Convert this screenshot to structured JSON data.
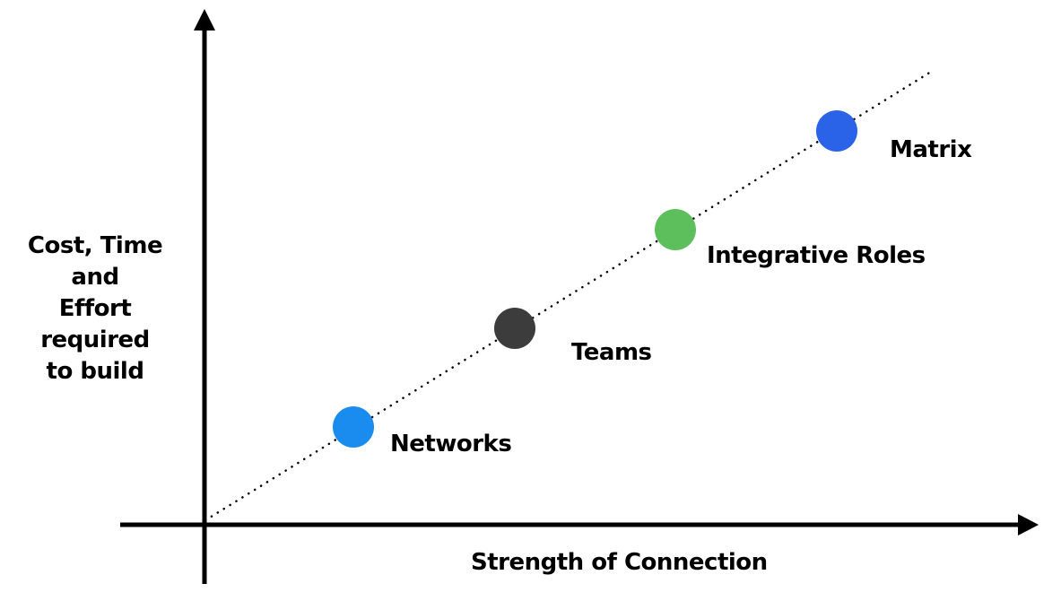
{
  "chart_data": {
    "type": "scatter",
    "title": "",
    "xlabel": "Strength of Connection",
    "ylabel": "Cost, Time and Effort required to build",
    "trend_line": "dotted linear from origin",
    "points": [
      {
        "label": "Networks",
        "x": 1,
        "y": 1,
        "color": "#1a8cf0"
      },
      {
        "label": "Teams",
        "x": 2,
        "y": 2,
        "color": "#3c3c3c"
      },
      {
        "label": "Integrative Roles",
        "x": 3,
        "y": 3,
        "color": "#5cbf5c"
      },
      {
        "label": "Matrix",
        "x": 4,
        "y": 4,
        "color": "#2a62e8"
      }
    ]
  },
  "labels": {
    "x_axis": "Strength of Connection",
    "y_axis": "Cost, Time and\nEffort required\nto build",
    "points": [
      "Networks",
      "Teams",
      "Integrative Roles",
      "Matrix"
    ]
  }
}
